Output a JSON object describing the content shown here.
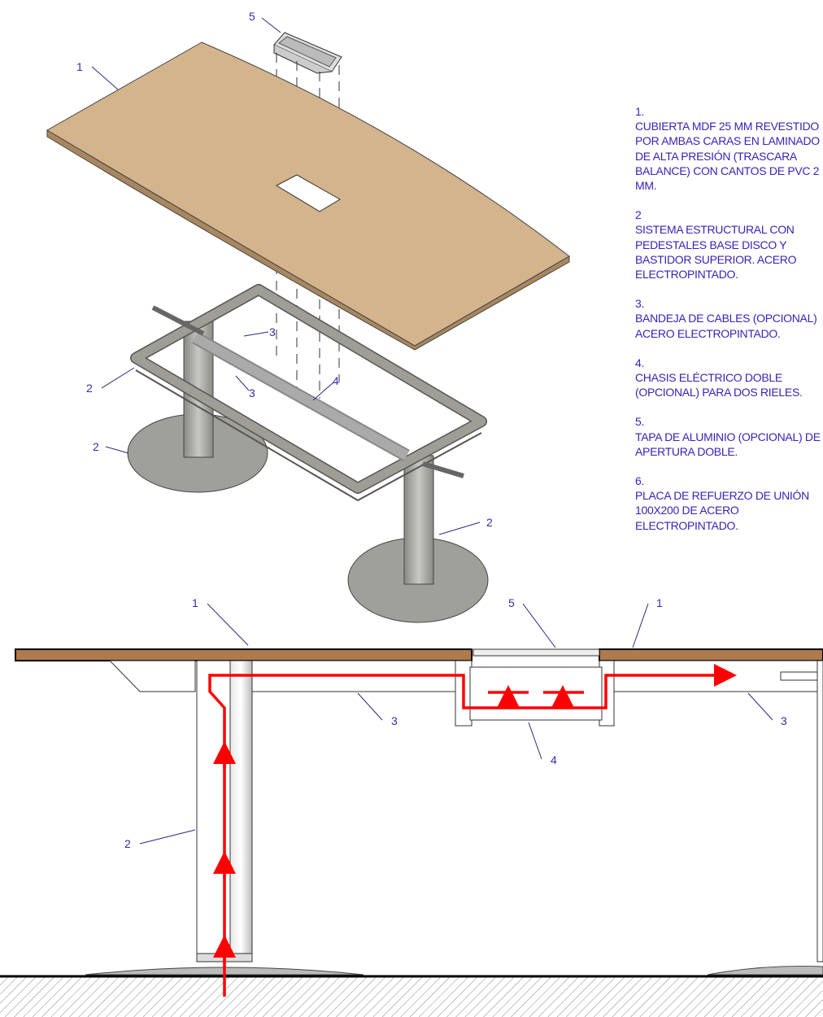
{
  "callouts": {
    "top_5": "5",
    "top_1": "1",
    "top_3a": "3",
    "top_2a": "2",
    "top_3b": "3",
    "top_4": "4",
    "top_2b": "2",
    "top_2c": "2",
    "bot_1a": "1",
    "bot_5": "5",
    "bot_1b": "1",
    "bot_3a": "3",
    "bot_3b": "3",
    "bot_4": "4",
    "bot_2": "2"
  },
  "legend": [
    {
      "num": "1.",
      "desc": "CUBIERTA MDF 25 MM REVESTIDO POR AMBAS CARAS EN LAMINADO DE ALTA PRESIÓN (TRASCARA BALANCE) CON CANTOS DE PVC 2 MM."
    },
    {
      "num": "2",
      "desc": "SISTEMA ESTRUCTURAL CON PEDESTALES BASE DISCO Y BASTIDOR SUPERIOR. ACERO ELECTROPINTADO."
    },
    {
      "num": "3.",
      "desc": "BANDEJA DE CABLES (OPCIONAL) ACERO ELECTROPINTADO."
    },
    {
      "num": "4.",
      "desc": "CHASIS ELÉCTRICO DOBLE (OPCIONAL) PARA DOS RIELES."
    },
    {
      "num": "5.",
      "desc": "TAPA DE ALUMINIO (OPCIONAL) DE APERTURA DOBLE."
    },
    {
      "num": "6.",
      "desc": "PLACA DE REFUERZO DE UNIÓN 100X200 DE ACERO ELECTROPINTADO."
    }
  ],
  "colors": {
    "text": "#3b1fb5",
    "tabletop": "#d4b48c",
    "steel": "#9e9e96",
    "cable": "#ff0000"
  }
}
